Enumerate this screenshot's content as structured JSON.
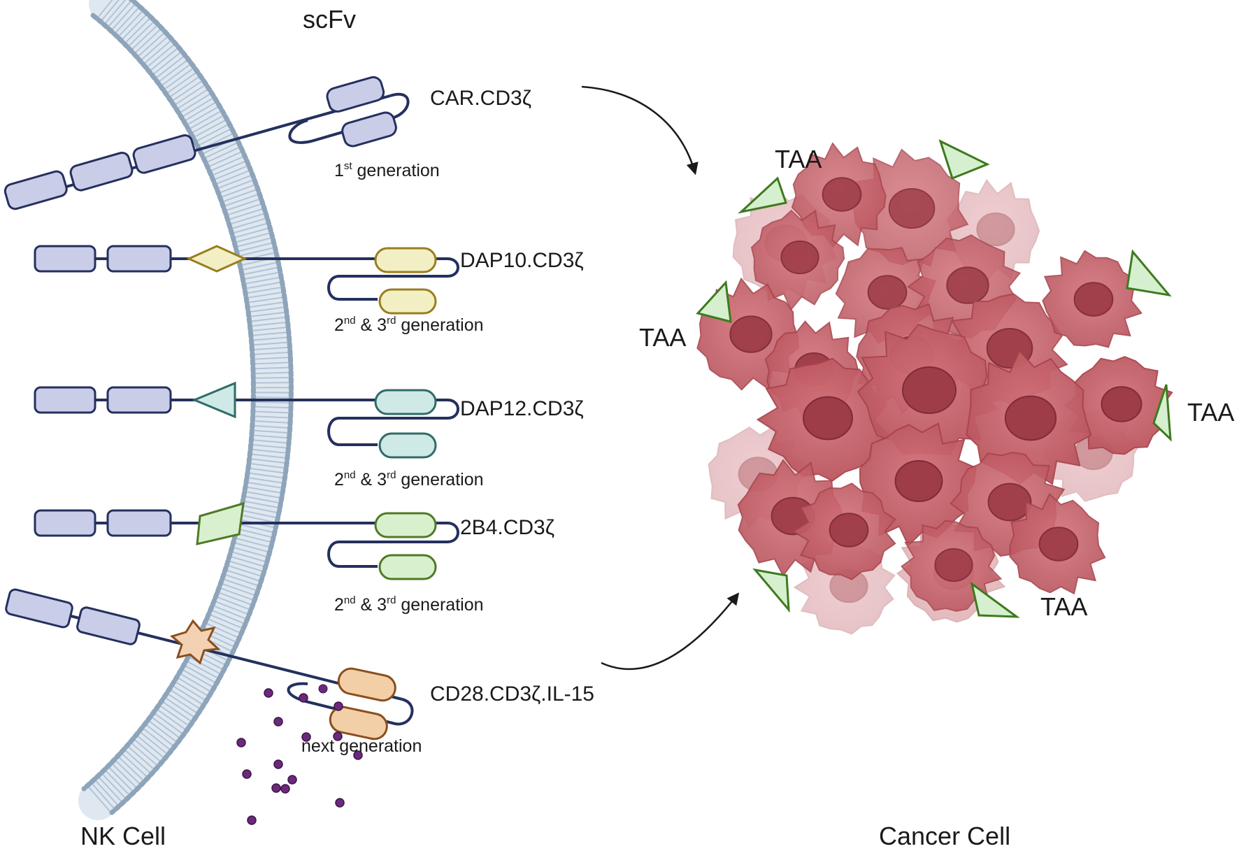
{
  "figure": {
    "scfv_label": "scFv",
    "nk_cell_label": "NK Cell",
    "cancer_cell_label": "Cancer Cell",
    "taa_label": "TAA",
    "constructs": [
      {
        "name": "CAR.CD3ζ",
        "gen_prefix": "1",
        "gen_sup": "st",
        "gen_text": " generation"
      },
      {
        "name": "DAP10.CD3ζ",
        "gen_a": "2",
        "gen_a_sup": "nd",
        "gen_mid": " & 3",
        "gen_b_sup": "rd",
        "gen_text": " generation"
      },
      {
        "name": "DAP12.CD3ζ",
        "gen_a": "2",
        "gen_a_sup": "nd",
        "gen_mid": " & 3",
        "gen_b_sup": "rd",
        "gen_text": " generation"
      },
      {
        "name": "2B4.CD3ζ",
        "gen_a": "2",
        "gen_a_sup": "nd",
        "gen_mid": " & 3",
        "gen_b_sup": "rd",
        "gen_text": " generation"
      },
      {
        "name": "CD28.CD3ζ.IL-15",
        "gen_text": "next generation"
      }
    ]
  },
  "colors": {
    "membrane": "#9fb4c8",
    "line": "#24305e",
    "scfv": "#c9cde8",
    "dap10": "#f2efc4",
    "dap12": "#cfe9e6",
    "b2b4": "#d9f0cf",
    "cd28": "#f3cfa8",
    "cytokine": "#6a2a7a",
    "cancer": "#c8606a",
    "taa": "#d6f0cf"
  }
}
